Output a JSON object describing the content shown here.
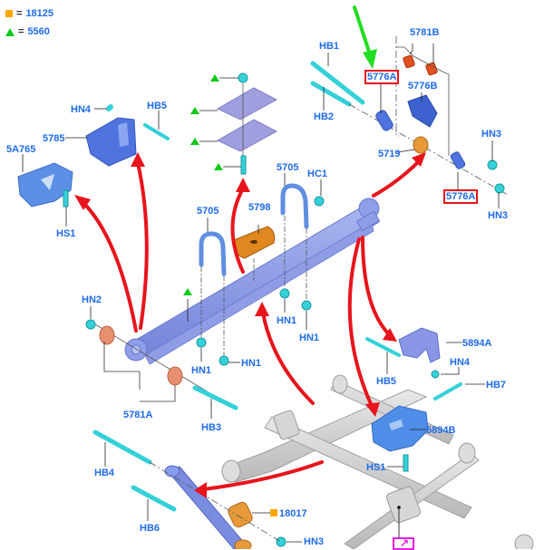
{
  "legend": [
    {
      "symbol": "orange-square",
      "color": "#ffa500",
      "value": "18125"
    },
    {
      "symbol": "green-triangle",
      "color": "#12c91b",
      "value": "5560"
    }
  ],
  "colors": {
    "label_text": "#1e6be8",
    "highlight_box": "#e8141c",
    "callout_arrow": "#e8141c",
    "pointer_arrow": "#22dd22",
    "fastener": "#35d0d8",
    "leaf_spring": "#8a9be8",
    "bracket": "#4f7fe0",
    "bushing": "#e88a4a",
    "axle_frame": "#cfcfcf",
    "link_box": "#e61ee6"
  },
  "labels": {
    "hb1": "HB1",
    "hb2": "HB2",
    "label_5776a_top": "5776A",
    "label_5776b": "5776B",
    "label_5781b": "5781B",
    "label_5719": "5719",
    "hn3_top": "HN3",
    "hn3_bottom": "HN3",
    "label_5776a_bottom": "5776A",
    "hn4_top": "HN4",
    "hb5_top": "HB5",
    "label_5785": "5785",
    "label_5a765": "5A765",
    "hs1_left": "HS1",
    "label_5705_left": "5705",
    "label_5705_right": "5705",
    "hc1": "HC1",
    "label_5798": "5798",
    "hn2": "HN2",
    "hn1_a": "HN1",
    "hn1_b": "HN1",
    "hn1_c": "HN1",
    "hn1_d": "HN1",
    "label_5781a": "5781A",
    "hb3": "HB3",
    "label_5894a": "5894A",
    "hn4_right": "HN4",
    "hb5_right": "HB5",
    "hb7": "HB7",
    "label_5894b": "5894B",
    "hs1_right": "HS1",
    "hb4": "HB4",
    "hb6": "HB6",
    "label_18017": "18017",
    "hn3_lower": "HN3"
  },
  "link_icon": "external-link-arrow-icon"
}
